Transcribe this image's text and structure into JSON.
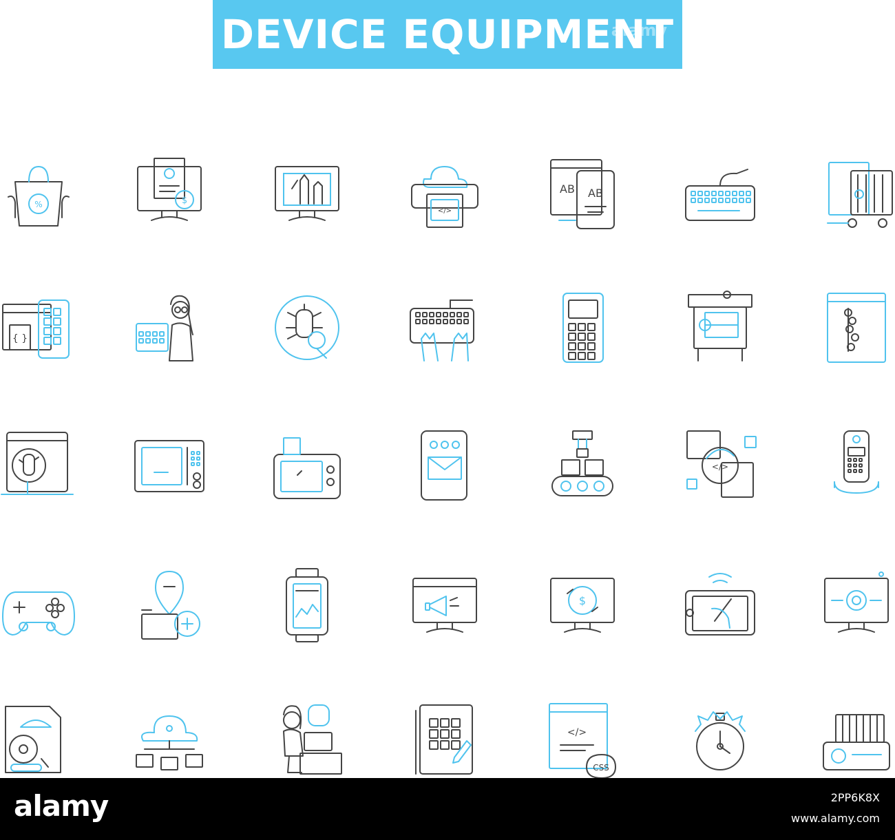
{
  "banner": {
    "title": "DEVICE EQUIPMENT",
    "watermark": "alamy",
    "color": "#58c8f0"
  },
  "colors": {
    "outline": "#444444",
    "accent": "#4fc3ee"
  },
  "icons": [
    [
      "shopping-bag-discount-icon",
      "monitor-invoice-payment-icon",
      "monitor-design-tools-icon",
      "cloud-printer-code-icon",
      "tablet-phone-translation-icon",
      "keyboard-icon",
      "server-rack-cart-icon"
    ],
    [
      "browser-app-window-code-icon",
      "woman-calendar-icon",
      "bug-fix-wrench-icon",
      "hands-on-keyboard-icon",
      "calculator-icon",
      "printer-machine-icon",
      "browser-network-nodes-icon"
    ],
    [
      "laptop-bug-scan-icon",
      "microwave-oven-icon",
      "toaster-oven-icon",
      "phone-mail-icon",
      "conveyor-robot-arm-icon",
      "code-sync-windows-icon",
      "cordless-phone-icon"
    ],
    [
      "gamepad-icon",
      "location-folder-add-icon",
      "smartwatch-chart-icon",
      "monitor-megaphone-icon",
      "monitor-dollar-exchange-icon",
      "drawing-tablet-icon",
      "monitor-gear-icon"
    ],
    [
      "document-gauge-disc-icon",
      "cloud-network-devices-icon",
      "woman-laptop-icon",
      "tablet-grid-pencil-icon",
      "browser-css-code-icon",
      "stopwatch-icon",
      "projector-heatsink-icon"
    ]
  ],
  "footer": {
    "logo": "alamy",
    "image_id": "2PP6K8X",
    "site": "www.alamy.com"
  }
}
